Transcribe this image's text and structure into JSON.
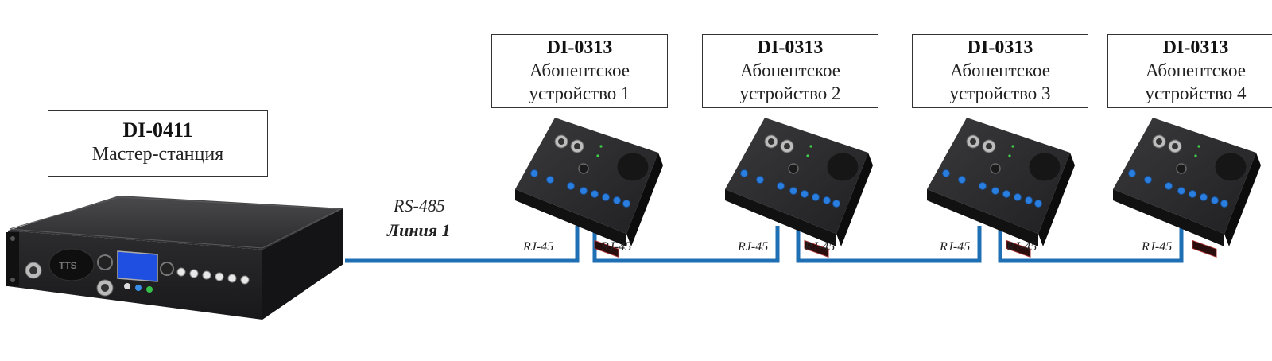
{
  "master": {
    "code": "DI-0411",
    "description": "Мастер-станция"
  },
  "devices": [
    {
      "code": "DI-0313",
      "line1": "Абонентское",
      "line2": "устройство 1"
    },
    {
      "code": "DI-0313",
      "line1": "Абонентское",
      "line2": "устройство 2"
    },
    {
      "code": "DI-0313",
      "line1": "Абонентское",
      "line2": "устройство 3"
    },
    {
      "code": "DI-0313",
      "line1": "Абонентское",
      "line2": "устройство 4"
    }
  ],
  "bus": {
    "protocol": "RS-485",
    "line_name": "Линия 1",
    "connector": "RJ-45",
    "color": "#1f6fb4"
  },
  "master_panel": {
    "brand": "TTS"
  }
}
